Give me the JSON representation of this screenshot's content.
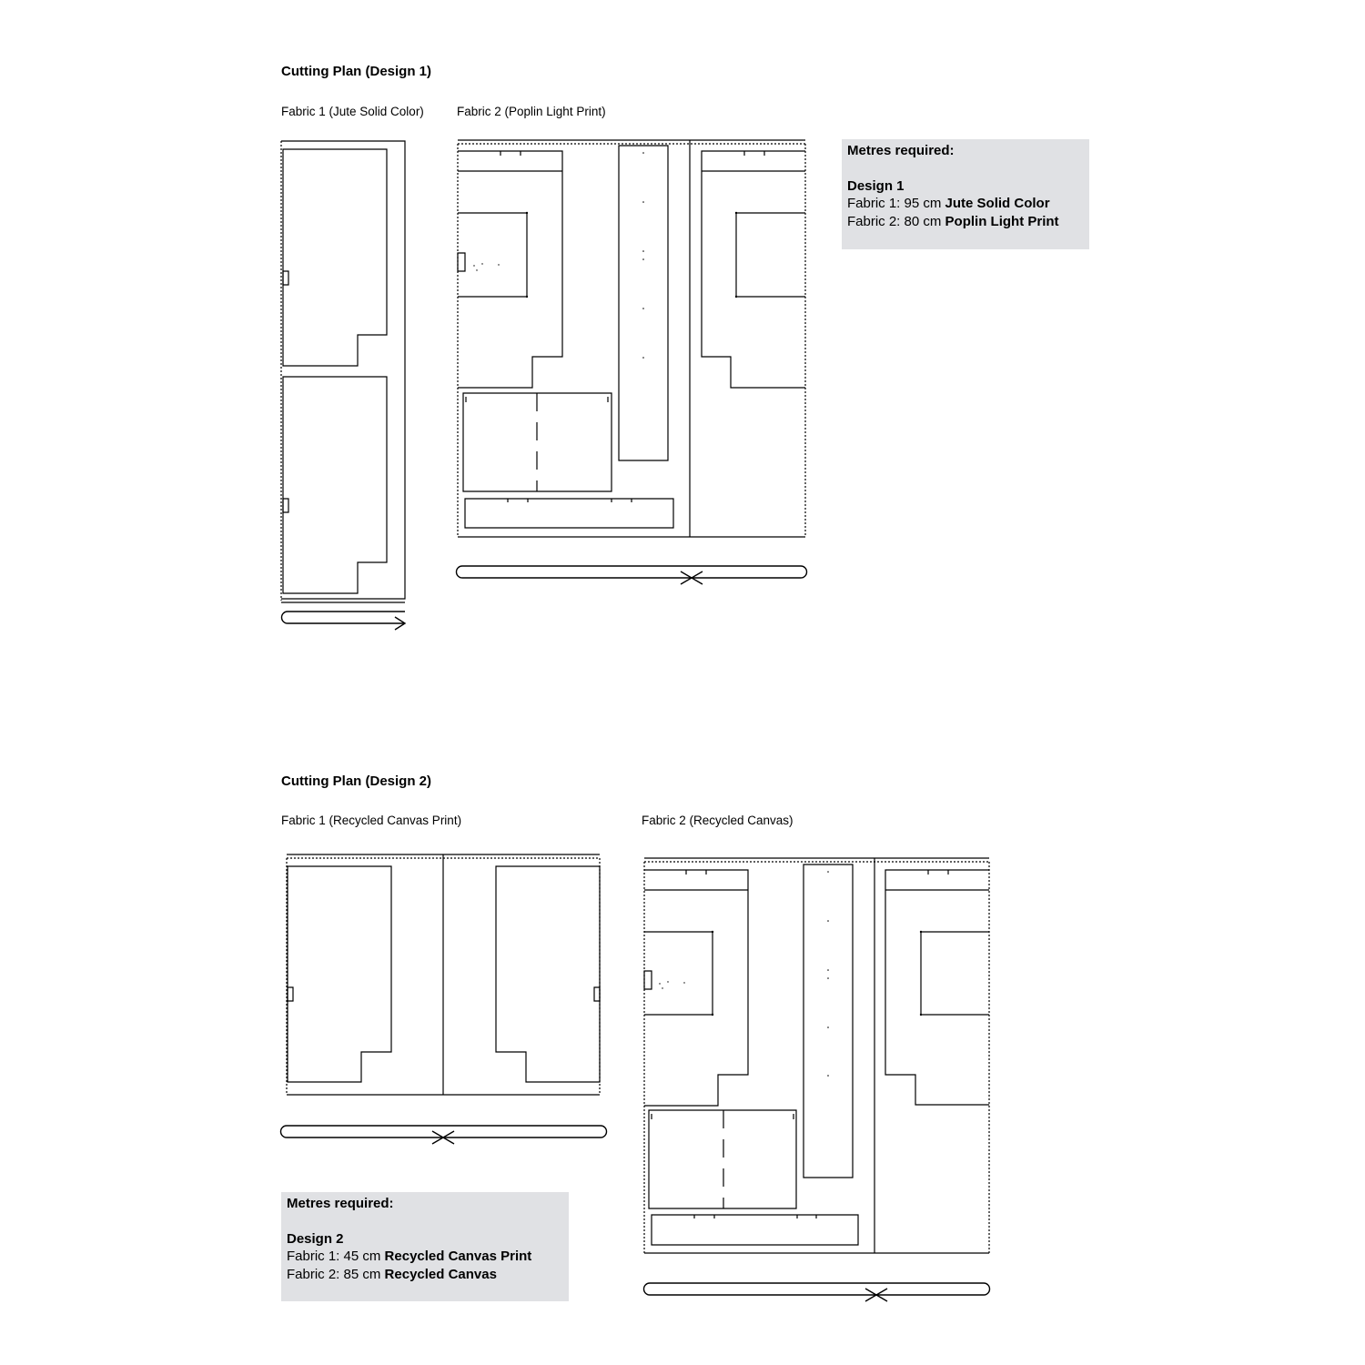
{
  "design1": {
    "title": "Cutting Plan  (Design 1)",
    "fabric1_label": "Fabric 1 (Jute Solid Color)",
    "fabric2_label": "Fabric 2 (Poplin Light Print)",
    "metres": {
      "heading": "Metres required:",
      "design": "Design 1",
      "fabric1_prefix": "Fabric 1: 95 cm ",
      "fabric1_name": "Jute Solid Color",
      "fabric2_prefix": "Fabric 2: 80 cm ",
      "fabric2_name": "Poplin Light Print"
    }
  },
  "design2": {
    "title": "Cutting Plan  (Design 2)",
    "fabric1_label": "Fabric 1 (Recycled Canvas Print)",
    "fabric2_label": "Fabric 2 (Recycled Canvas)",
    "metres": {
      "heading": "Metres required:",
      "design": "Design 2",
      "fabric1_prefix": "Fabric 1: 45 cm ",
      "fabric1_name": "Recycled Canvas Print",
      "fabric2_prefix": "Fabric 2: 85 cm ",
      "fabric2_name": "Recycled Canvas"
    }
  },
  "colors": {
    "ink": "#000000",
    "note_bg": "#e0e1e4"
  },
  "icons": [
    "grainline-arrow-icon",
    "fold-mark-icon"
  ]
}
